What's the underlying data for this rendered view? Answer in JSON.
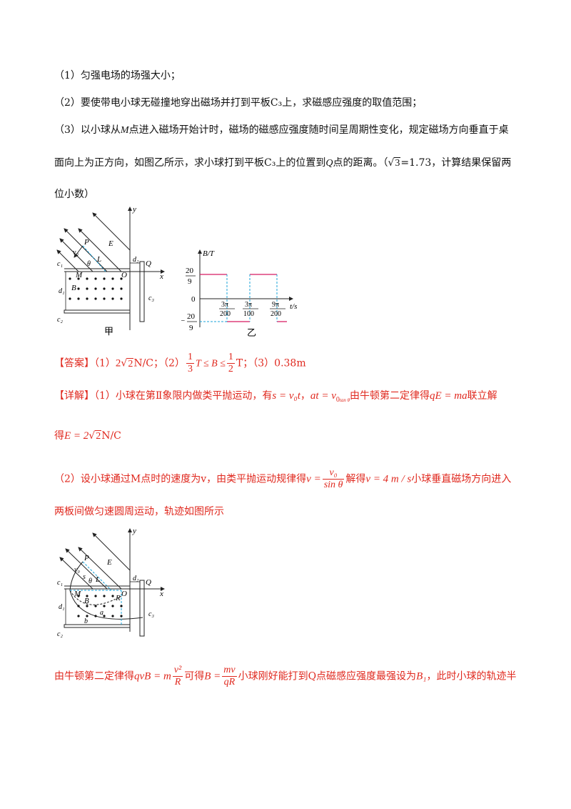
{
  "question": {
    "q1": "（1）匀强电场的场强大小；",
    "q2": "（2）要使带电小球无碰撞地穿出磁场并打到平板C₃上，求磁感应强度的取值范围；",
    "q3_a1": "（3）以小球从",
    "q3_a_M": "M",
    "q3_a2": "点进入磁场开始计时，磁场的磁感应强度随时间呈周期性变化，规定磁场方向垂直于桌",
    "q3_b1": "面向上为正方向，如图乙所示，求小球打到平板C₃上的位置到",
    "q3_b_Q": "Q",
    "q3_b2": "点的距离。（",
    "q3_b_sqrt": "3",
    "q3_b3": "=1.73，计算结果保留两",
    "q3_c": "位小数）"
  },
  "figure_jia": {
    "caption": "甲",
    "labels": {
      "y": "y",
      "x": "x",
      "P": "P",
      "v0": "v₀",
      "theta": "θ",
      "L": "L",
      "E": "E",
      "c1": "c₁",
      "M": "M",
      "O": "O",
      "Q": "Q",
      "d2": "d₂",
      "d1": "d₁",
      "B": "B",
      "c3": "c₃",
      "c2": "c₂"
    }
  },
  "figure_yi": {
    "caption": "乙",
    "y_axis_label": "B/T",
    "x_axis_label": "t/s",
    "origin": "0",
    "y_pos_num": "20",
    "y_pos_den": "9",
    "y_neg_sign": "−",
    "y_neg_num": "20",
    "y_neg_den": "9",
    "t1_num": "3π",
    "t1_den": "200",
    "t2_num": "3π",
    "t2_den": "100",
    "t3_num": "9π",
    "t3_den": "200"
  },
  "answer": {
    "tag": "【答案】",
    "p1": "（1）",
    "p1_coef": "2",
    "p1_rad": "2",
    "p1_unit": "N/C；",
    "p2": "（2）",
    "p2_f1_num": "1",
    "p2_f1_den": "3",
    "p2_mid": "T ≤ B ≤",
    "p2_f2_num": "1",
    "p2_f2_den": "2",
    "p2_end": "T；",
    "p3": "（3）0.38m"
  },
  "detail": {
    "tag": "【详解】",
    "d1_text": "（1）小球在第Ⅱ象限内做类平抛运动，有",
    "d1_eq1": "s = v₀t",
    "d1_sep": "，",
    "d1_eq2": "at = v",
    "d1_eq2_sub": "0",
    "d1_eq2_tiny": "tan θ",
    "d1_text2": "由牛顿第二定律得",
    "d1_eq3": "qE = ma",
    "d1_text3": "联立解",
    "d1b_text": "得",
    "d1b_eq": "E = 2",
    "d1b_rad": "2",
    "d1b_unit": "N/C",
    "d2_text": "（2）设小球通过M点时的速度为v，由类平抛运动规律得",
    "d2_eq_l": "v =",
    "d2_num": "v₀",
    "d2_den": "sin θ",
    "d2_text2": "解得",
    "d2_eq2": "v = 4 m / s",
    "d2_text3": "小球垂直磁场方向进入",
    "d2b_text": "两板间做匀速圆周运动，轨迹如图所示",
    "d3_text": "由牛顿第二定律得",
    "d3_eq_l": "qvB = m",
    "d3_num": "v²",
    "d3_den": "R",
    "d3_text2": "可得",
    "d3_eq2_l": "B =",
    "d3_num2": "mv",
    "d3_den2": "qR",
    "d3_text3": "小球刚好能打到Q点磁感应强度最强设为",
    "d3_eq3": "B₁",
    "d3_text4": "，此时小球的轨迹半"
  },
  "figure_traj": {
    "labels": {
      "y": "y",
      "x": "x",
      "P": "P",
      "v0": "v₀",
      "s": "s",
      "theta": "θ",
      "L": "L",
      "E": "E",
      "c1": "c₁",
      "M": "M",
      "O": "O",
      "Q": "Q",
      "d2": "d₂",
      "d1": "d₁",
      "B": "B",
      "c3": "c₃",
      "c2": "c₂",
      "R": "R",
      "a": "a",
      "b": "b"
    }
  }
}
